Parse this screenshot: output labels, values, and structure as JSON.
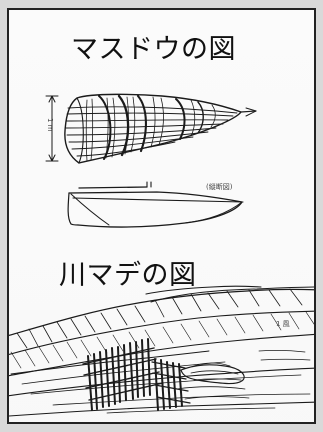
{
  "document": {
    "title_top": "マスドウの図",
    "title_bottom": "川マデの図",
    "label_side": "1 m",
    "label_section": "(縦断図)",
    "label_scene": "1 風"
  },
  "colors": {
    "ink": "#1b1b1b",
    "paper": "#fbfbfb",
    "frame": "#222222",
    "shadow": "#d9d9d9"
  },
  "illustrations": [
    "basket-trap-icon",
    "section-diagram-icon",
    "river-weir-scene-icon"
  ]
}
